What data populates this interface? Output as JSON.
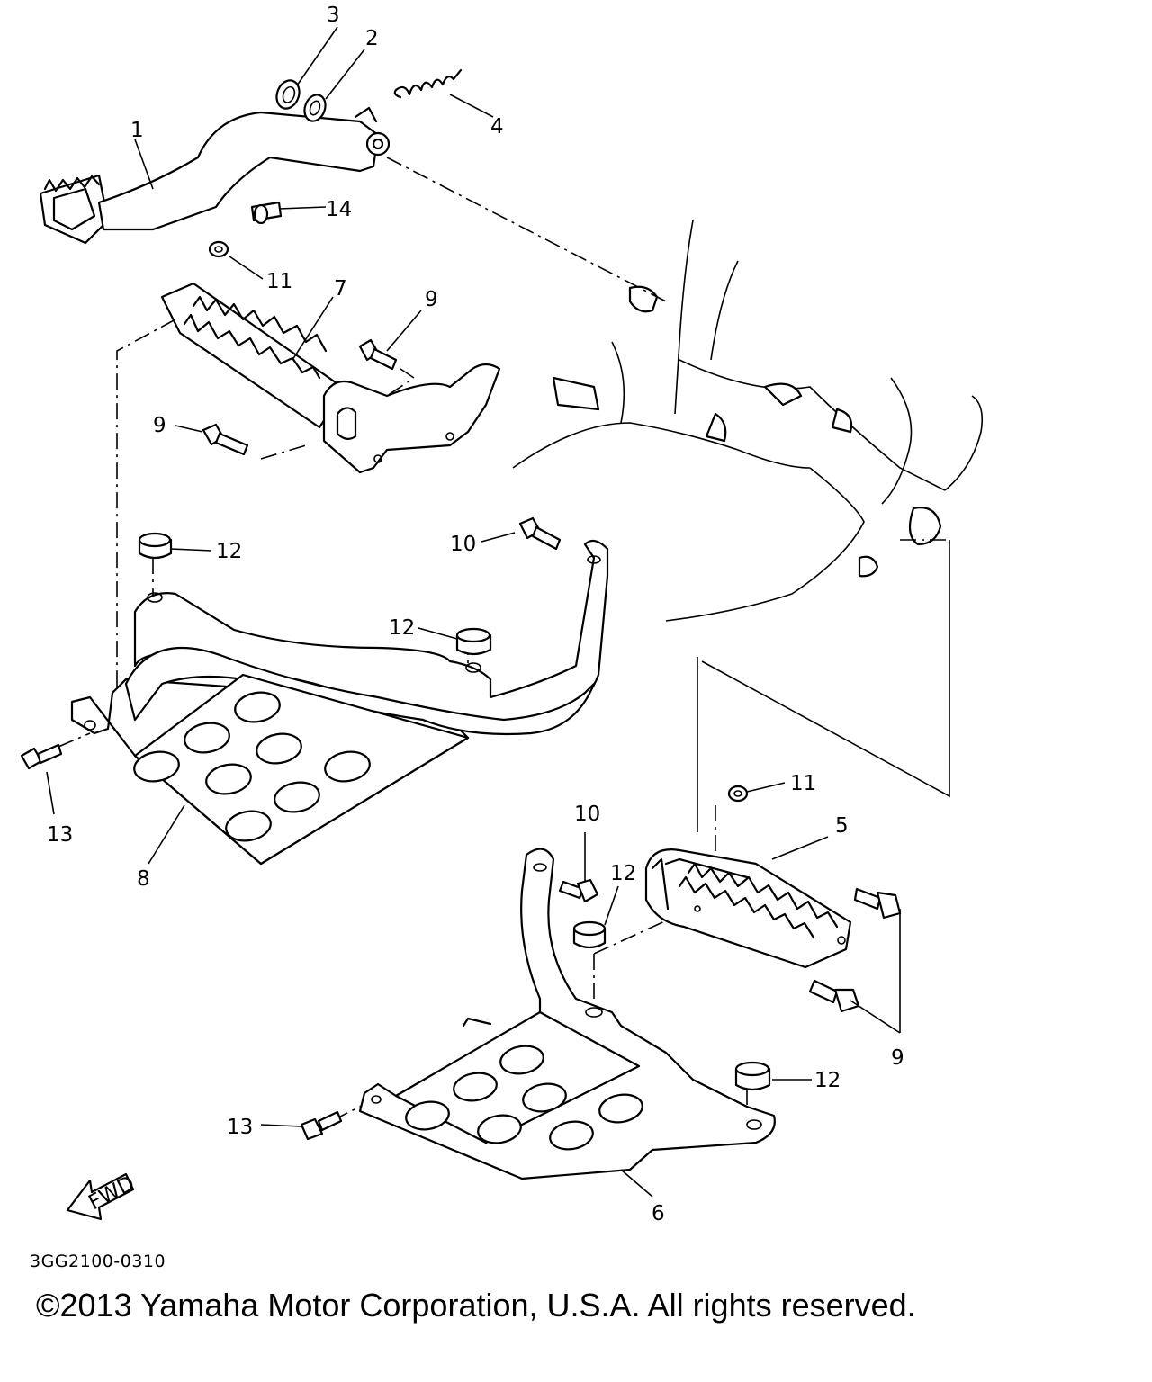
{
  "callouts": {
    "c1": "1",
    "c2": "2",
    "c3": "3",
    "c4": "4",
    "c5": "5",
    "c6": "6",
    "c7": "7",
    "c8": "8",
    "c9a": "9",
    "c9b": "9",
    "c9c": "9",
    "c10a": "10",
    "c10b": "10",
    "c11a": "11",
    "c11b": "11",
    "c12a": "12",
    "c12b": "12",
    "c12c": "12",
    "c12d": "12",
    "c13a": "13",
    "c13b": "13",
    "c14": "14"
  },
  "fwd_label": "FWD",
  "part_code": "3GG2100-0310",
  "copyright": "©2013 Yamaha Motor Corporation, U.S.A. All rights reserved."
}
